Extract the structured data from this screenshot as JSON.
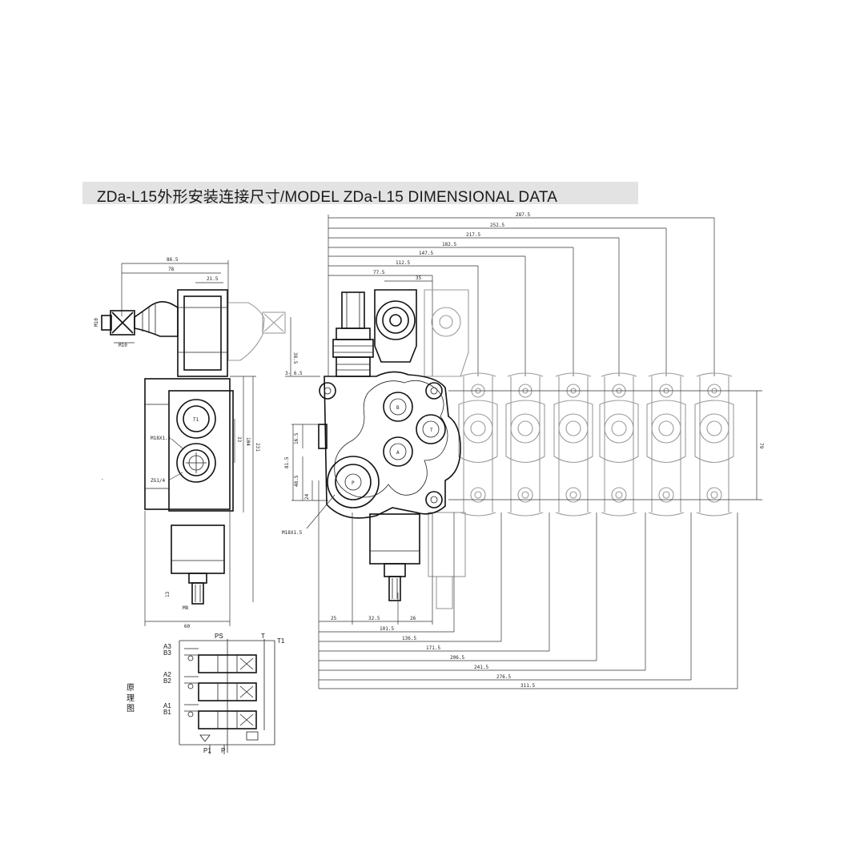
{
  "title": "ZDa-L15外形安装连接尺寸/MODEL ZDa-L15 DIMENSIONAL DATA",
  "side_view": {
    "dims": {
      "d86_5": "86.5",
      "d78": "78",
      "d21_5": "21.5",
      "m10_a": "M10",
      "m10_b": "M10",
      "d38_5": "38.5",
      "d33": "33",
      "d104": "104",
      "d231": "231",
      "d13": "13",
      "m8": "M8",
      "d60": "60"
    },
    "port_labels": {
      "m18": "M18X1.5",
      "g14": "ZG1/4"
    }
  },
  "front_view": {
    "top_dims": [
      "287.5",
      "252.5",
      "217.5",
      "182.5",
      "147.5",
      "112.5",
      "77.5",
      "35"
    ],
    "left_dims": {
      "d3_6_5": "3- 6.5",
      "d16_5": "16.5",
      "d81_5": "81.5",
      "d48_5": "48.5",
      "d24": "24"
    },
    "right_dim": "79",
    "port_label": "M18X1.5",
    "bottom_row": [
      "25",
      "32.5",
      "26"
    ],
    "bottom_dims": [
      "101.5",
      "136.5",
      "171.5",
      "206.5",
      "241.5",
      "276.5",
      "311.5"
    ],
    "port_letters": {
      "t": "T",
      "b": "B",
      "a": "A",
      "p": "P"
    }
  },
  "schematic": {
    "caption": "原理图",
    "labels": {
      "ps": "PS",
      "t": "T",
      "t1": "T1",
      "a3": "A3",
      "b3": "B3",
      "a2": "A2",
      "b2": "B2",
      "a1": "A1",
      "b1": "B1",
      "p1": "P1",
      "p": "P"
    }
  }
}
